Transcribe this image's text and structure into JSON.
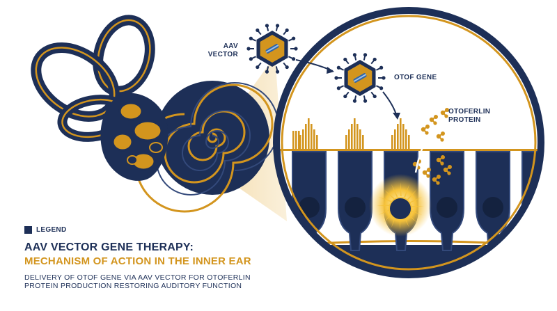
{
  "labels": {
    "aav_vector": "AAV\nVECTOR",
    "otof_gene": "OTOF GENE",
    "otoferlin_protein": "OTOFERLIN\nPROTEIN"
  },
  "legend": {
    "label": "LEGEND"
  },
  "title": "AAV VECTOR GENE THERAPY:",
  "subtitle": "MECHANISM OF ACTION IN THE INNER EAR",
  "description": "DELIVERY OF OTOF GENE VIA AAV VECTOR FOR OTOFERLIN PROTEIN PRODUCTION RESTORING AUDITORY FUNCTION",
  "colors": {
    "navy": "#1d2f57",
    "gold": "#d3951e",
    "light_gold": "#f0c14a",
    "white": "#ffffff"
  }
}
